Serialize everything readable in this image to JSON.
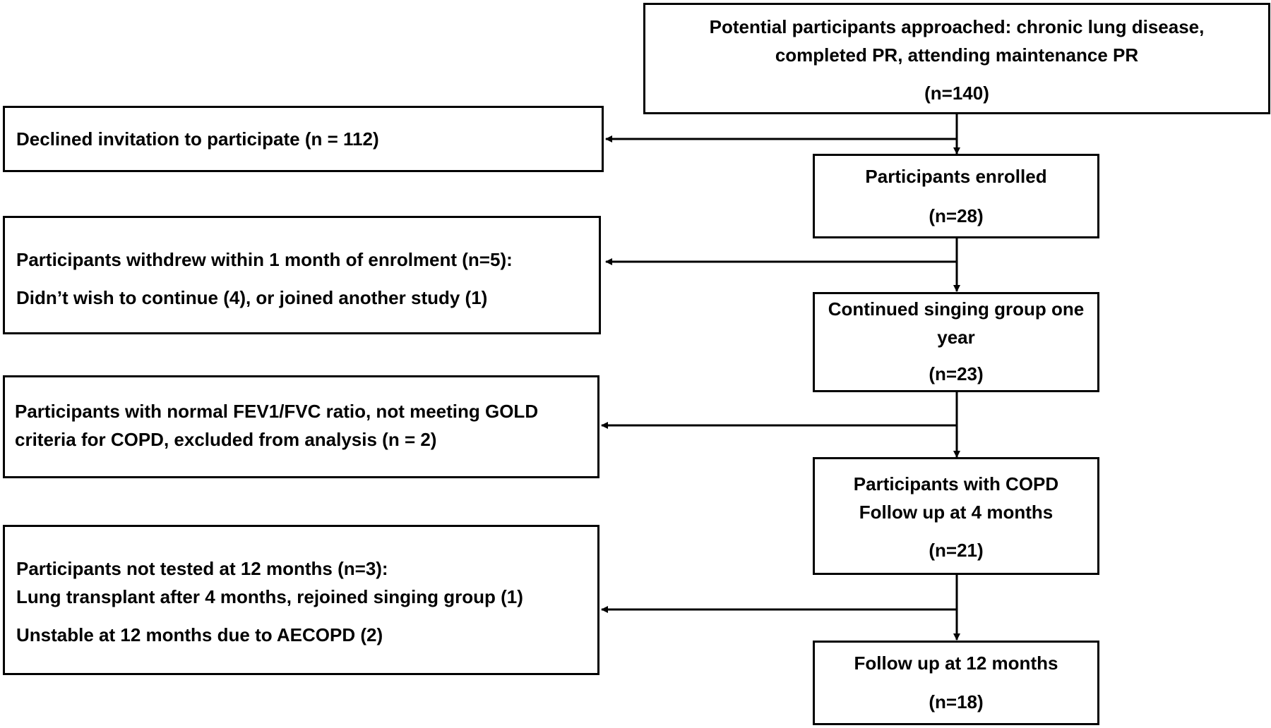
{
  "main_flow": {
    "approached": {
      "line1": "Potential participants approached: chronic lung disease,",
      "line2": "completed PR, attending maintenance PR",
      "count": "(n=140)"
    },
    "enrolled": {
      "line1": "Participants enrolled",
      "count": "(n=28)"
    },
    "continued": {
      "line1": "Continued singing group one",
      "line2": "year",
      "count": "(n=23)"
    },
    "copd": {
      "line1": "Participants with COPD",
      "line2": "Follow up at 4 months",
      "count": "(n=21)"
    },
    "followup12": {
      "line1": "Follow up at 12 months",
      "count": "(n=18)"
    }
  },
  "exclusions": {
    "declined": {
      "line1": "Declined invitation to participate (n = 112)"
    },
    "withdrew": {
      "line1": "Participants withdrew within 1 month of enrolment (n=5):",
      "line2": "Didn’t wish to continue (4), or joined another study (1)"
    },
    "normal_ratio": {
      "line1": "Participants with normal FEV1/FVC ratio, not meeting GOLD",
      "line2": "criteria for COPD, excluded from analysis (n = 2)"
    },
    "not_tested": {
      "line1": "Participants not tested at 12 months (n=3):",
      "line2": "Lung transplant after 4 months, rejoined singing group (1)",
      "line3": "Unstable at 12 months due to AECOPD (2)"
    }
  },
  "colors": {
    "stroke": "#000000",
    "background": "#ffffff"
  }
}
